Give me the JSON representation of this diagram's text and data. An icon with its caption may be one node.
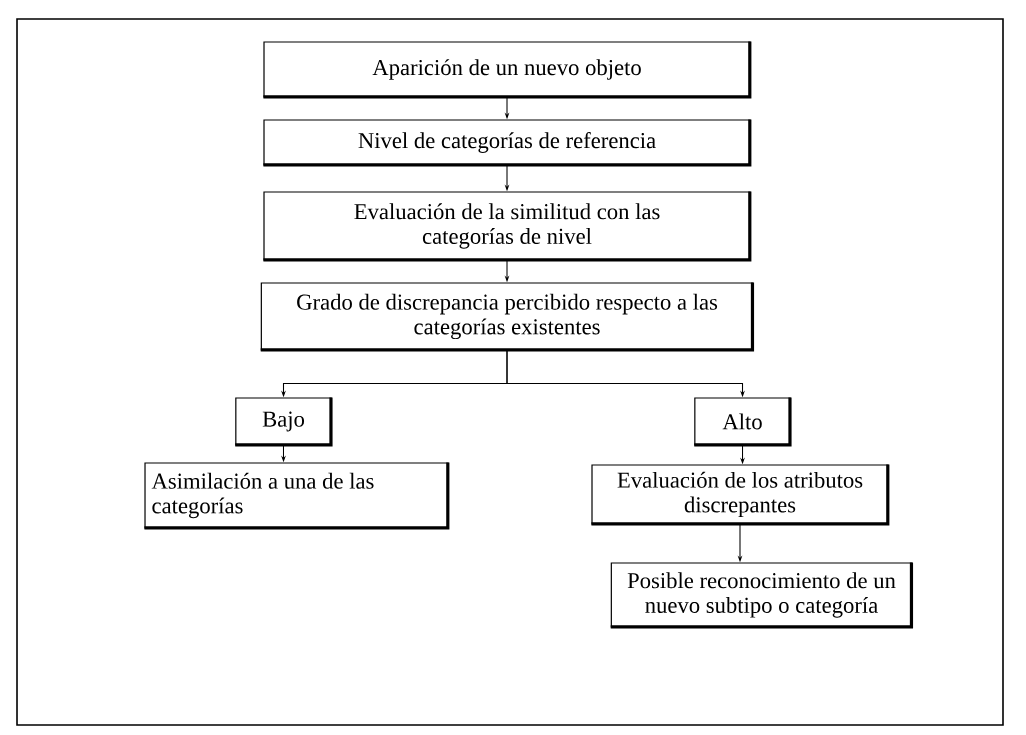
{
  "diagram": {
    "nodes": [
      {
        "text": [
          "Aparición de un nuevo objeto"
        ]
      },
      {
        "text": [
          "Nivel de categorías de referencia"
        ]
      },
      {
        "text": [
          "Evaluación de la similitud con las categorías de nivel"
        ]
      },
      {
        "text": [
          "Grado de discrepancia percibido respecto a las categorías existentes"
        ]
      },
      {
        "text": [
          "Bajo"
        ]
      },
      {
        "text": [
          "Alto"
        ]
      },
      {
        "text": [
          "Asimilación a una de las categorías"
        ]
      },
      {
        "text": [
          "Evaluación de los atributos discrepantes"
        ]
      },
      {
        "text": [
          "Posible reconocimiento de un nuevo subtipo o categoría"
        ]
      }
    ],
    "edges": [
      {
        "from": 0,
        "to": 1,
        "arrow": "to"
      },
      {
        "from": 1,
        "to": 2,
        "arrow": "to"
      },
      {
        "from": 2,
        "to": 3,
        "arrow": "to"
      },
      {
        "from": 3,
        "to": 4,
        "arrow": "to"
      },
      {
        "from": 3,
        "to": 5,
        "arrow": "to"
      },
      {
        "from": 4,
        "to": 6,
        "arrow": "to"
      },
      {
        "from": 5,
        "to": 7,
        "arrow": "to"
      },
      {
        "from": 7,
        "to": 8,
        "arrow": "to"
      }
    ]
  }
}
